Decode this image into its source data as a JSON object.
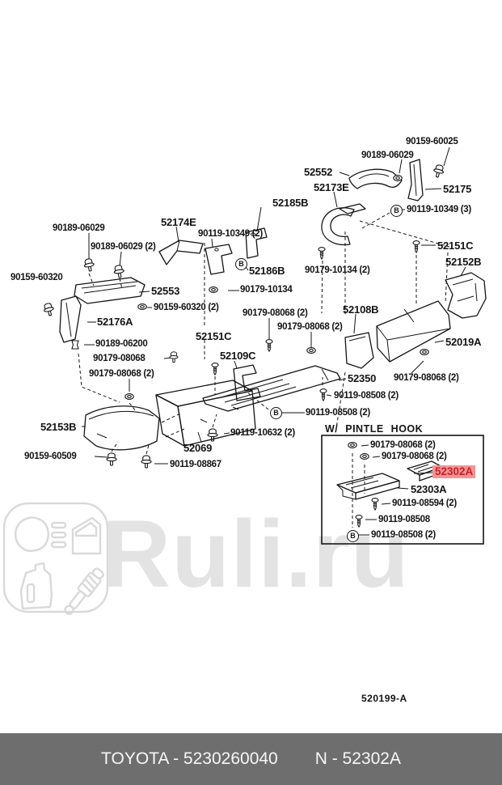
{
  "watermark": {
    "text": "Ruli.ru"
  },
  "figure_code": "520199-A",
  "icons": {
    "circled_b": "B"
  },
  "colors": {
    "highlight_bg": "#f59493",
    "highlight_text": "#c5222b",
    "footer_bar_bg": "#6e6e6e",
    "footer_text": "#f7f7f7",
    "line_art": "#141414",
    "watermark_gray": "#e3e3e3"
  },
  "footer": {
    "left": "TOYOTA - 5230260040",
    "right": "N - 52302A"
  },
  "labels": [
    "90159-60025",
    "90189-06029",
    "52552",
    "52173E",
    "52185B",
    "52175",
    "90119-10349 (3)",
    "52174E",
    "90189-06029",
    "90119-10349 (2)",
    "90189-06029 (2)",
    "52186B",
    "90179-10134 (2)",
    "90159-60320",
    "90179-10134",
    "52553",
    "90159-60320 (2)",
    "90179-08068 (2)",
    "52108B",
    "52176A",
    "90179-08068 (2)",
    "52151C",
    "90189-06200",
    "52151C",
    "52152B",
    "90179-08068",
    "52109C",
    "90179-08068 (2)",
    "52019A",
    "52350",
    "90179-08068 (2)",
    "90119-08508 (2)",
    "90119-08508 (2)",
    "52153B",
    "90119-10632 (2)",
    "W/ PINTLE HOOK",
    "90179-08068 (2)",
    "90179-08068 (2)",
    "52302A",
    "52303A",
    "90119-08594 (2)",
    "90119-08508",
    "90119-08508 (2)",
    "52069",
    "90119-08867",
    "90159-60509",
    "520199-A"
  ]
}
